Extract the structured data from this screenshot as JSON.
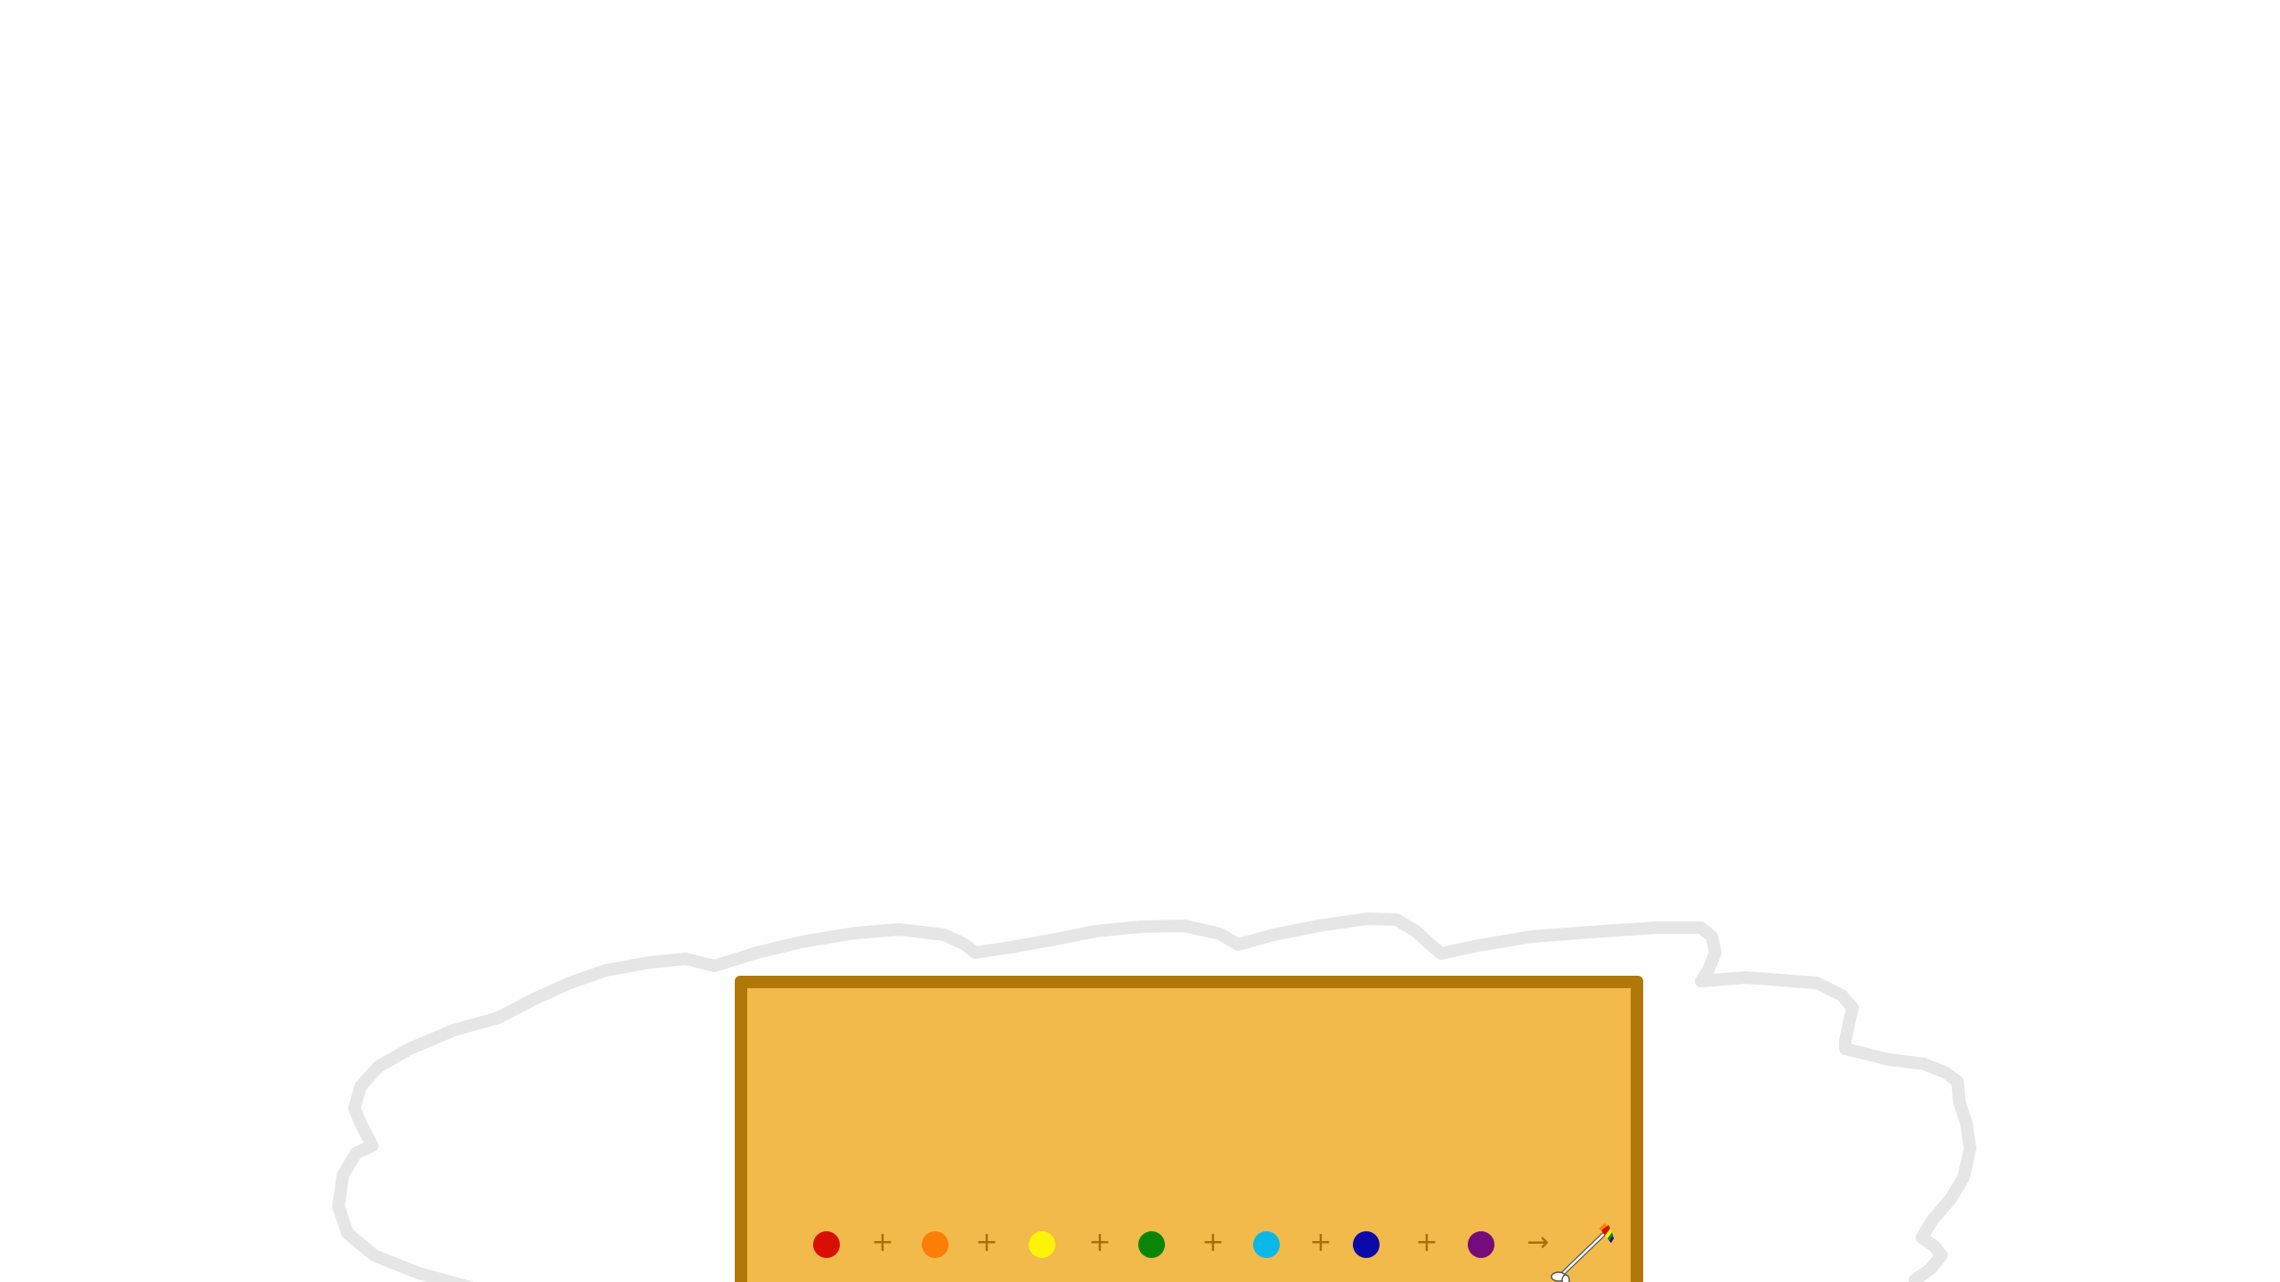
{
  "recipe": {
    "ingredients": [
      {
        "name": "red",
        "color": "#d90e05"
      },
      {
        "name": "orange",
        "color": "#fb7f07"
      },
      {
        "name": "yellow",
        "color": "#fbf409"
      },
      {
        "name": "green",
        "color": "#0b8508"
      },
      {
        "name": "cyan",
        "color": "#0ab8e8"
      },
      {
        "name": "blue",
        "color": "#0b0aa8"
      },
      {
        "name": "purple",
        "color": "#750c7c"
      }
    ],
    "plus_symbol": "+",
    "arrow_symbol": "→",
    "result_icon": "rainbow-wand-icon"
  },
  "colors": {
    "board_fill": "#f2b94b",
    "board_border": "#b07808",
    "cloud_outline": "#e6e6e6",
    "background": "#fefefe"
  }
}
